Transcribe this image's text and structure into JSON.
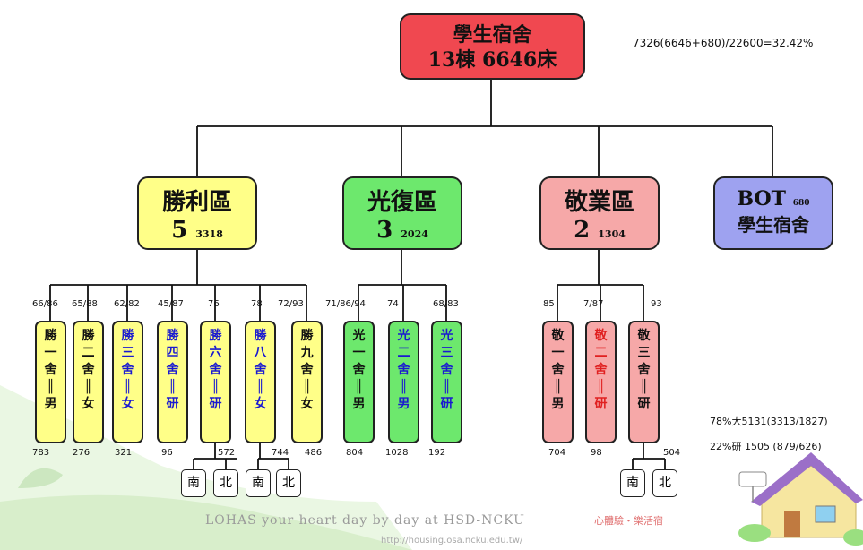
{
  "root": {
    "line1": "學生宿舍",
    "line2": "13棟 6646床"
  },
  "summary_note": "7326(6646+680)/22600=32.42%",
  "zones": [
    {
      "name": "勝利區",
      "count": "5",
      "beds": "3318"
    },
    {
      "name": "光復區",
      "count": "3",
      "beds": "2024"
    },
    {
      "name": "敬業區",
      "count": "2",
      "beds": "1304"
    },
    {
      "name": "BOT",
      "beds": "680",
      "sub": "學生宿舍"
    }
  ],
  "dorms": [
    {
      "chars": [
        "勝",
        "一",
        "舍",
        "║",
        "男"
      ],
      "top_label": "66/86",
      "bottom_label": "783",
      "color": "#111111"
    },
    {
      "chars": [
        "勝",
        "二",
        "舍",
        "║",
        "女"
      ],
      "top_label": "65/88",
      "bottom_label": "276",
      "color": "#111111"
    },
    {
      "chars": [
        "勝",
        "三",
        "舍",
        "║",
        "女"
      ],
      "top_label": "62/82",
      "bottom_label": "321",
      "color": "#1a1ad0"
    },
    {
      "chars": [
        "勝",
        "四",
        "舍",
        "║",
        "研"
      ],
      "top_label": "45/87",
      "bottom_label": "96",
      "color": "#1a1ad0"
    },
    {
      "chars": [
        "勝",
        "六",
        "舍",
        "║",
        "研"
      ],
      "top_label": "76",
      "bottom_label": "572",
      "color": "#1a1ad0"
    },
    {
      "chars": [
        "勝",
        "八",
        "舍",
        "║",
        "女"
      ],
      "top_label": "78",
      "bottom_label": "744",
      "color": "#1a1ad0"
    },
    {
      "chars": [
        "勝",
        "九",
        "舍",
        "║",
        "女"
      ],
      "top_label": "72/93",
      "bottom_label": "486",
      "color": "#111111"
    },
    {
      "chars": [
        "光",
        "一",
        "舍",
        "║",
        "男"
      ],
      "top_label": "71/86/94",
      "bottom_label": "804",
      "color": "#111111"
    },
    {
      "chars": [
        "光",
        "二",
        "舍",
        "║",
        "男"
      ],
      "top_label": "74",
      "bottom_label": "1028",
      "color": "#1a1ad0"
    },
    {
      "chars": [
        "光",
        "三",
        "舍",
        "║",
        "研"
      ],
      "top_label": "68/83",
      "bottom_label": "192",
      "color": "#1a1ad0"
    },
    {
      "chars": [
        "敬",
        "一",
        "舍",
        "║",
        "男"
      ],
      "top_label": "85",
      "bottom_label": "704",
      "color": "#111111"
    },
    {
      "chars": [
        "敬",
        "二",
        "舍",
        "║",
        "研"
      ],
      "top_label": "7/87",
      "bottom_label": "98",
      "color": "#e02020"
    },
    {
      "chars": [
        "敬",
        "三",
        "舍",
        "║",
        "研"
      ],
      "top_label": "93",
      "bottom_label": "504",
      "color": "#111111"
    }
  ],
  "directions": [
    "南",
    "北",
    "南",
    "北",
    "南",
    "北"
  ],
  "notes": {
    "line1": "78%大5131(3313/1827)",
    "line2": "22%研 1505 (879/626)"
  },
  "footer": {
    "slogan": "LOHAS your heart day by day at HSD-NCKU",
    "url": "http://housing.osa.ncku.edu.tw/",
    "tagline": "心體驗・樂活宿"
  },
  "colors": {
    "root": "#f04850",
    "shengli": "#ffff88",
    "guangfu": "#6de86d",
    "jingye": "#f6a8a8",
    "bot": "#9ea2f0"
  }
}
